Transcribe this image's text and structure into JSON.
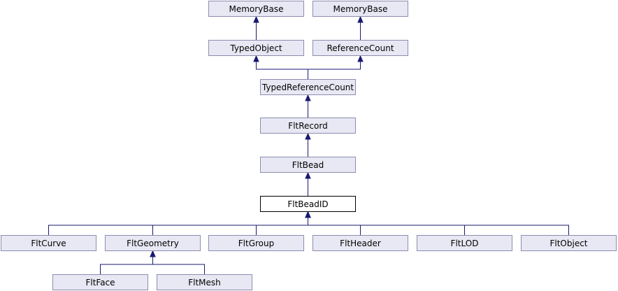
{
  "colors": {
    "node_fill": "#e8e8f4",
    "node_border": "#8c8cb0",
    "focus_fill": "#ffffff",
    "focus_border": "#000000",
    "edge": "#191970",
    "background": "#ffffff"
  },
  "nodes": [
    {
      "id": "memorybase-1",
      "label": "MemoryBase"
    },
    {
      "id": "memorybase-2",
      "label": "MemoryBase"
    },
    {
      "id": "typedobject",
      "label": "TypedObject"
    },
    {
      "id": "referencecount",
      "label": "ReferenceCount"
    },
    {
      "id": "typedreferencecount",
      "label": "TypedReferenceCount"
    },
    {
      "id": "fltrecord",
      "label": "FltRecord"
    },
    {
      "id": "fltbead",
      "label": "FltBead"
    },
    {
      "id": "fltbeadid",
      "label": "FltBeadID",
      "focus": true
    },
    {
      "id": "fltcurve",
      "label": "FltCurve"
    },
    {
      "id": "fltgeometry",
      "label": "FltGeometry"
    },
    {
      "id": "fltgroup",
      "label": "FltGroup"
    },
    {
      "id": "fltheader",
      "label": "FltHeader"
    },
    {
      "id": "fltlod",
      "label": "FltLOD"
    },
    {
      "id": "fltobject",
      "label": "FltObject"
    },
    {
      "id": "fltface",
      "label": "FltFace"
    },
    {
      "id": "fltmesh",
      "label": "FltMesh"
    }
  ],
  "edges": [
    {
      "from": "typedobject",
      "to": "memorybase-1"
    },
    {
      "from": "referencecount",
      "to": "memorybase-2"
    },
    {
      "from": "typedreferencecount",
      "to": "typedobject"
    },
    {
      "from": "typedreferencecount",
      "to": "referencecount"
    },
    {
      "from": "fltrecord",
      "to": "typedreferencecount"
    },
    {
      "from": "fltbead",
      "to": "fltrecord"
    },
    {
      "from": "fltbeadid",
      "to": "fltbead"
    },
    {
      "from": "fltcurve",
      "to": "fltbeadid"
    },
    {
      "from": "fltgeometry",
      "to": "fltbeadid"
    },
    {
      "from": "fltgroup",
      "to": "fltbeadid"
    },
    {
      "from": "fltheader",
      "to": "fltbeadid"
    },
    {
      "from": "fltlod",
      "to": "fltbeadid"
    },
    {
      "from": "fltobject",
      "to": "fltbeadid"
    },
    {
      "from": "fltface",
      "to": "fltgeometry"
    },
    {
      "from": "fltmesh",
      "to": "fltgeometry"
    }
  ]
}
